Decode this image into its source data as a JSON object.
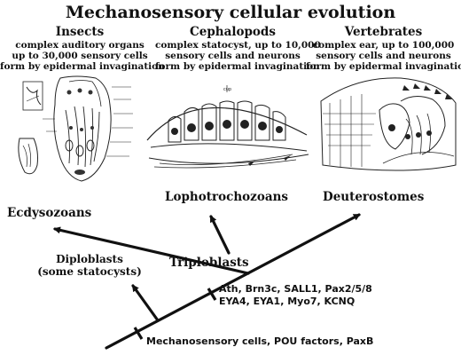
{
  "title": "Mechanosensory cellular evolution",
  "columns": [
    {
      "name": "Insects",
      "lines": [
        "complex auditory organs",
        "up to 30,000 sensory cells",
        "form by epidermal invagination"
      ]
    },
    {
      "name": "Cephalopods",
      "lines": [
        "complex statocyst, up to 10,000",
        "sensory cells and neurons",
        "form by epidermal invagination"
      ]
    },
    {
      "name": "Vertebrates",
      "lines": [
        "complex ear, up to 100,000",
        "sensory cells and neurons",
        "form by epidermal invagination"
      ]
    }
  ],
  "tree": {
    "ecdysozoans": "Ecdysozoans",
    "lophotrochozoans": "Lophotrochozoans",
    "deuterostomes": "Deuterostomes",
    "triploblasts": "Triploblasts",
    "diploblasts_line1": "Diploblasts",
    "diploblasts_line2": "(some statocysts)"
  },
  "markers": {
    "upper_line1": "Ath, Brn3c, SALL1, Pax2/5/8",
    "upper_line2": "EYA4, EYA1, Myo7, KCNQ",
    "base": "Mechanosensory cells, POU factors, PaxB"
  }
}
